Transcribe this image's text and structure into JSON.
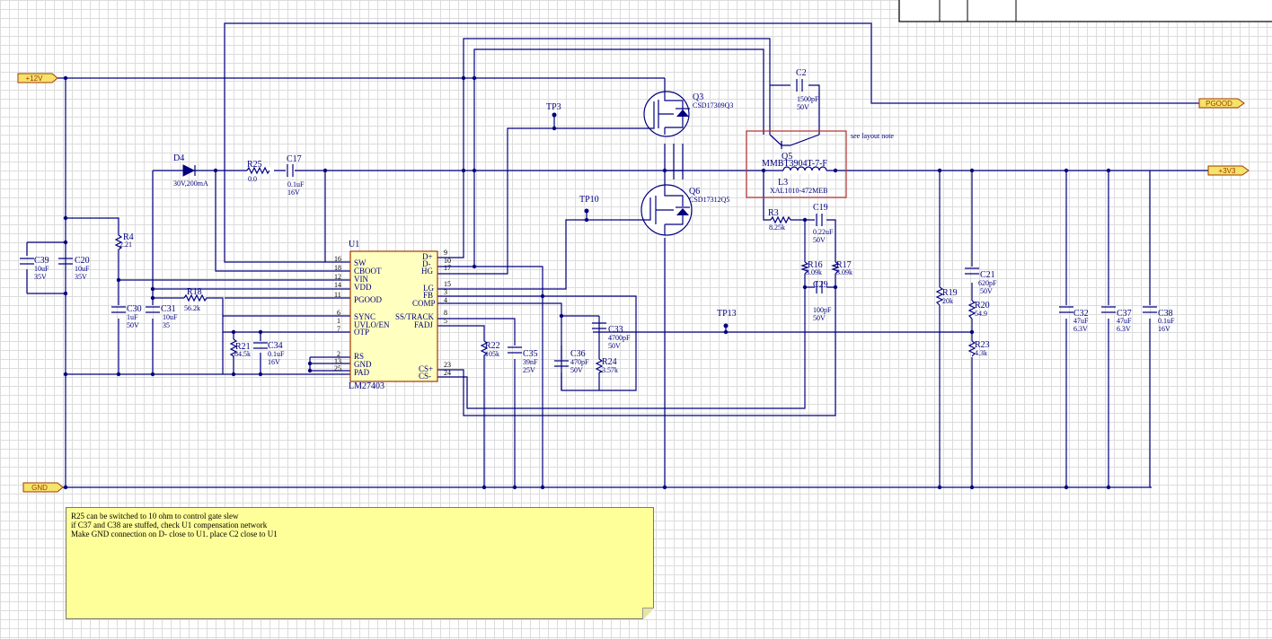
{
  "ports": [
    {
      "key": "p12v",
      "label": "+12V"
    },
    {
      "key": "gnd",
      "label": "GND"
    },
    {
      "key": "pgood",
      "label": "PGOOD"
    },
    {
      "key": "p3v3",
      "label": "+3V3"
    }
  ],
  "components": {
    "c39": {
      "ref": "C39",
      "value": "10uF",
      "rating": "35V"
    },
    "c20": {
      "ref": "C20",
      "value": "10uF",
      "rating": "35V"
    },
    "r4": {
      "ref": "R4",
      "value": "2.21"
    },
    "c30": {
      "ref": "C30",
      "value": "1uF",
      "rating": "50V"
    },
    "c31": {
      "ref": "C31",
      "value": "10uF",
      "rating": "35"
    },
    "r18": {
      "ref": "R18",
      "value": "56.2k"
    },
    "r21": {
      "ref": "R21",
      "value": "84.5k"
    },
    "c34": {
      "ref": "C34",
      "value": "0.1uF",
      "rating": "16V"
    },
    "d4": {
      "ref": "D4",
      "value": "30V,200mA"
    },
    "r25": {
      "ref": "R25",
      "value": "0.0"
    },
    "c17": {
      "ref": "C17",
      "value": "0.1uF",
      "rating": "16V"
    },
    "u1": {
      "ref": "U1",
      "part": "LM27403"
    },
    "q3": {
      "ref": "Q3",
      "part": "CSD17309Q3"
    },
    "q6": {
      "ref": "Q6",
      "part": "CSD17312Q5"
    },
    "tp3": {
      "ref": "TP3"
    },
    "tp10": {
      "ref": "TP10"
    },
    "tp13": {
      "ref": "TP13"
    },
    "c2": {
      "ref": "C2",
      "value": "1500pF",
      "rating": "50V"
    },
    "q5": {
      "ref": "Q5",
      "part": "MMBT3904T-7-F"
    },
    "l3": {
      "ref": "L3",
      "part": "XAL1010-472MEB"
    },
    "r3": {
      "ref": "R3",
      "value": "8.25k"
    },
    "c19": {
      "ref": "C19",
      "value": "0.22uF",
      "rating": "50V"
    },
    "r16": {
      "ref": "R16",
      "value": "3.09k"
    },
    "r17": {
      "ref": "R17",
      "value": "3.09k"
    },
    "c29": {
      "ref": "C29",
      "value": "100pF",
      "rating": "50V"
    },
    "r22": {
      "ref": "R22",
      "value": "105k"
    },
    "c35": {
      "ref": "C35",
      "value": "39nF",
      "rating": "25V"
    },
    "c36": {
      "ref": "C36",
      "value": "470pF",
      "rating": "50V"
    },
    "c33": {
      "ref": "C33",
      "value": "4700pF",
      "rating": "50V"
    },
    "r24": {
      "ref": "R24",
      "value": "3.57k"
    },
    "r19": {
      "ref": "R19",
      "value": "20k"
    },
    "c21": {
      "ref": "C21",
      "value": "620pF",
      "rating": "50V"
    },
    "r20": {
      "ref": "R20",
      "value": "54.9"
    },
    "r23": {
      "ref": "R23",
      "value": "4.3k"
    },
    "c32": {
      "ref": "C32",
      "value": "47uF",
      "rating": "6.3V"
    },
    "c37": {
      "ref": "C37",
      "value": "47uF",
      "rating": "6.3V"
    },
    "c38": {
      "ref": "C38",
      "value": "0.1uF",
      "rating": "16V"
    }
  },
  "u1_pins_left": [
    {
      "num": "16",
      "name": "SW"
    },
    {
      "num": "18",
      "name": "CBOOT"
    },
    {
      "num": "12",
      "name": "VIN"
    },
    {
      "num": "14",
      "name": "VDD"
    },
    {
      "num": "11",
      "name": "PGOOD"
    },
    {
      "num": "6",
      "name": "SYNC"
    },
    {
      "num": "1",
      "name": "UVLO/EN"
    },
    {
      "num": "7",
      "name": "OTP"
    },
    {
      "num": "2",
      "name": "RS"
    },
    {
      "num": "13",
      "name": "GND"
    },
    {
      "num": "25",
      "name": "PAD"
    }
  ],
  "u1_pins_right": [
    {
      "num": "9",
      "name": "D+"
    },
    {
      "num": "10",
      "name": "D-"
    },
    {
      "num": "17",
      "name": "HG"
    },
    {
      "num": "15",
      "name": "LG"
    },
    {
      "num": "3",
      "name": "FB"
    },
    {
      "num": "4",
      "name": "COMP"
    },
    {
      "num": "8",
      "name": "SS/TRACK"
    },
    {
      "num": "5",
      "name": "FADJ"
    },
    {
      "num": "23",
      "name": "CS+"
    },
    {
      "num": "24",
      "name": "CS-"
    }
  ],
  "layout_note": "see layout note",
  "note_lines": [
    "R25 can be switched to 10 ohm to control gate slew",
    "if C37 and C38 are stuffed, check U1 compensation network",
    "Make GND connection on D- close to U1. place C2 close to U1"
  ],
  "colors": {
    "wire": "#000080",
    "port_fill": "#f5e36a",
    "port_text": "#a03a00",
    "highlight_box": "#b03030",
    "note_bg": "#ffff99"
  }
}
